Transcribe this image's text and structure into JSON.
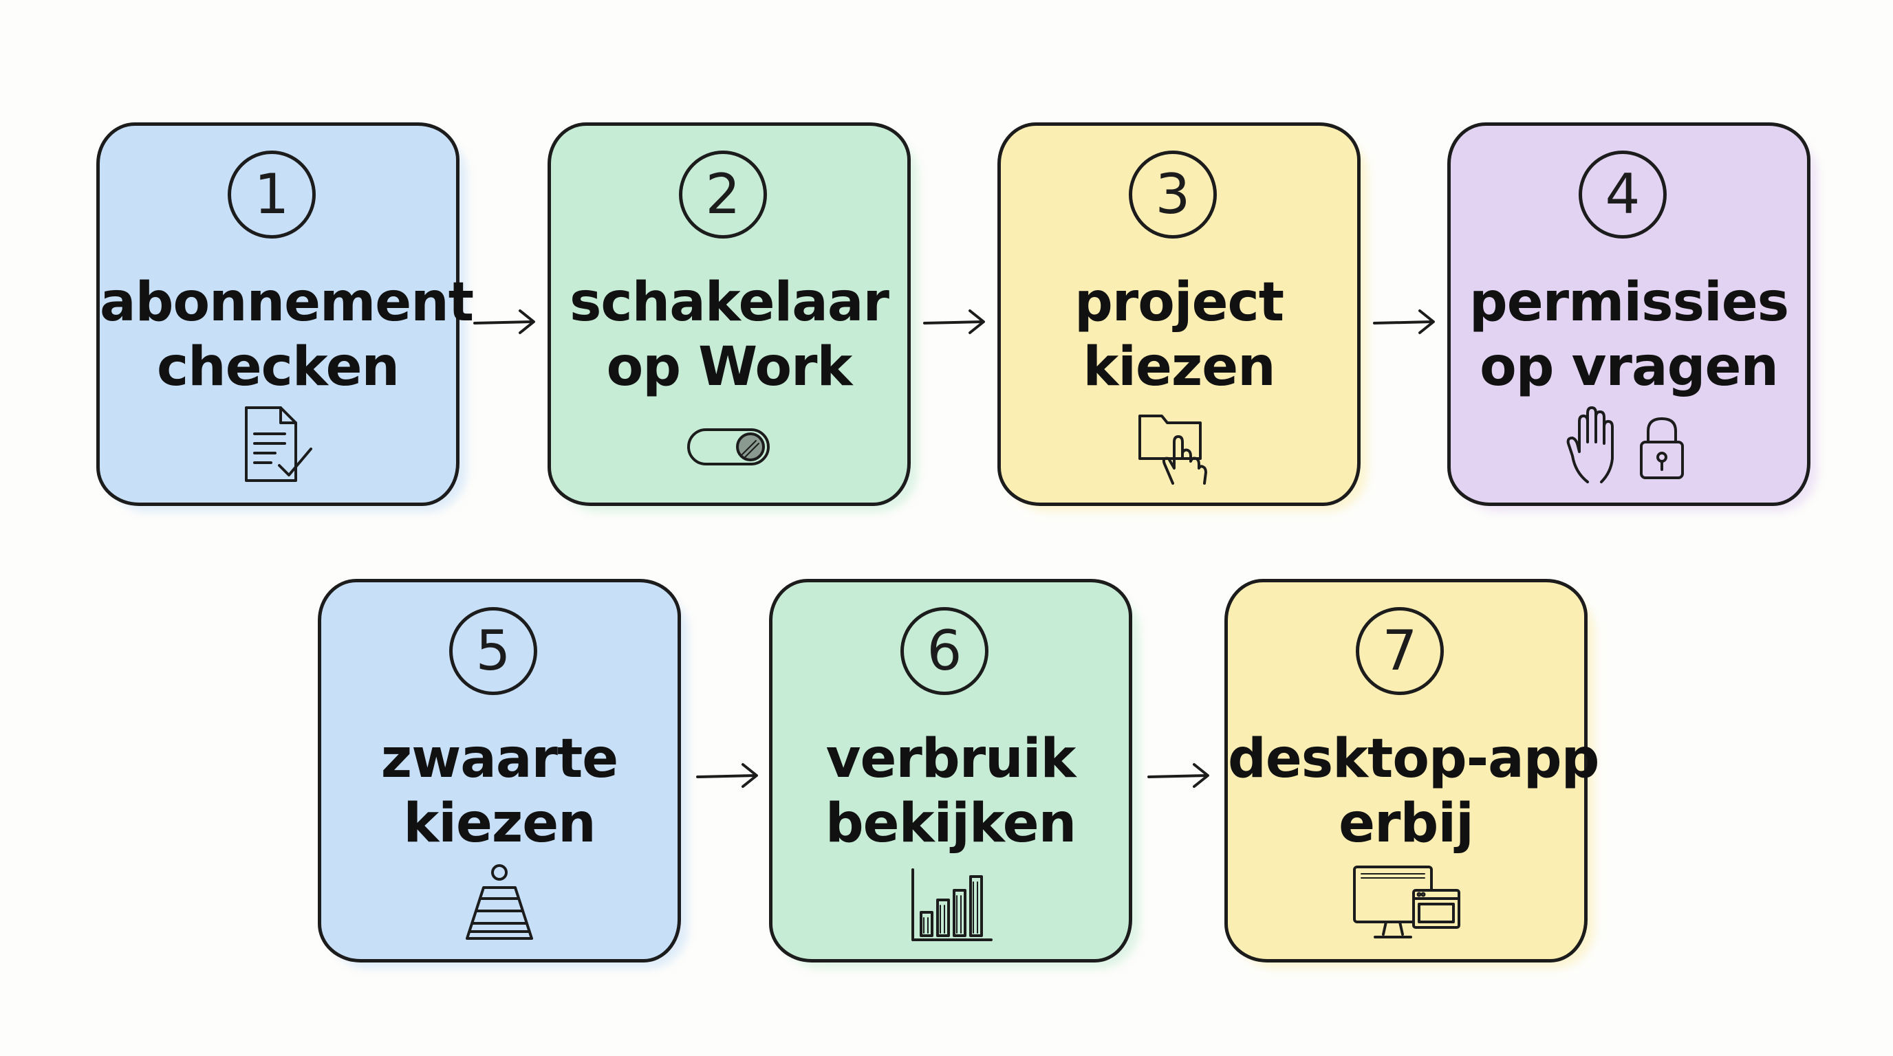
{
  "steps": [
    {
      "number": "1",
      "line1": "abonnement",
      "line2": "checken",
      "color": "#c7dff7",
      "icon": "document-check-icon"
    },
    {
      "number": "2",
      "line1": "schakelaar",
      "line2": "op Work",
      "color": "#c6ecd6",
      "icon": "toggle-switch-icon"
    },
    {
      "number": "3",
      "line1": "project",
      "line2": "kiezen",
      "color": "#fbeeb3",
      "icon": "folder-pointer-icon"
    },
    {
      "number": "4",
      "line1": "permissies",
      "line2": "op vragen",
      "color": "#e3d3f3",
      "icon": "hand-lock-icon"
    },
    {
      "number": "5",
      "line1": "zwaarte",
      "line2": "kiezen",
      "color": "#c7dff7",
      "icon": "weight-icon"
    },
    {
      "number": "6",
      "line1": "verbruik",
      "line2": "bekijken",
      "color": "#c6ecd6",
      "icon": "bar-chart-icon"
    },
    {
      "number": "7",
      "line1": "desktop-app",
      "line2": "erbij",
      "color": "#fbeeb3",
      "icon": "desktop-app-icon"
    }
  ]
}
